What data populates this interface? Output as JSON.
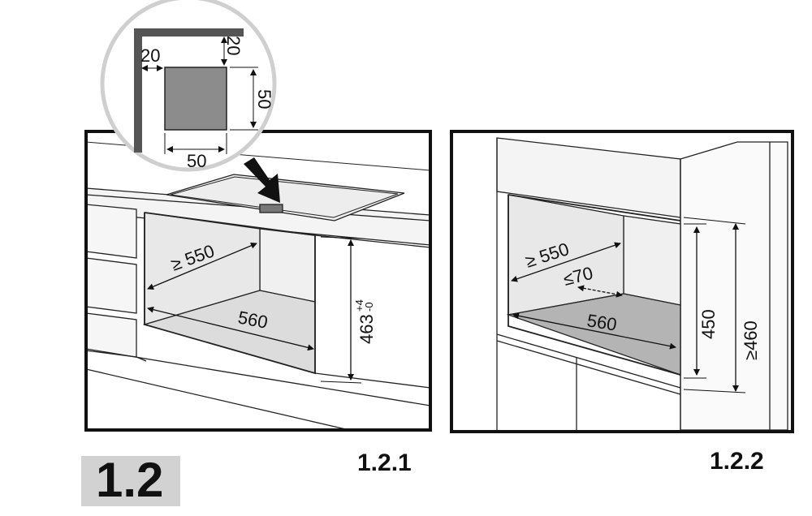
{
  "section": {
    "label": "1.2",
    "badge_color": "#d2d2d2"
  },
  "figure_left": {
    "caption": "1.2.1",
    "depth_label": "≥ 550",
    "width_label": "560",
    "height_label": "463",
    "height_tol_upper": "+4",
    "height_tol_lower": "-0"
  },
  "detail_inset": {
    "offset_left": "20",
    "offset_top": "20",
    "square_height": "50",
    "square_width": "50",
    "square_color": "#8c8c8c"
  },
  "figure_right": {
    "caption": "1.2.2",
    "depth_label": "≥ 550",
    "gap_label": "≤70",
    "width_label": "560",
    "inner_height_label": "450",
    "outer_height_label": "≥460",
    "floor_color": "#b4b4b4"
  }
}
